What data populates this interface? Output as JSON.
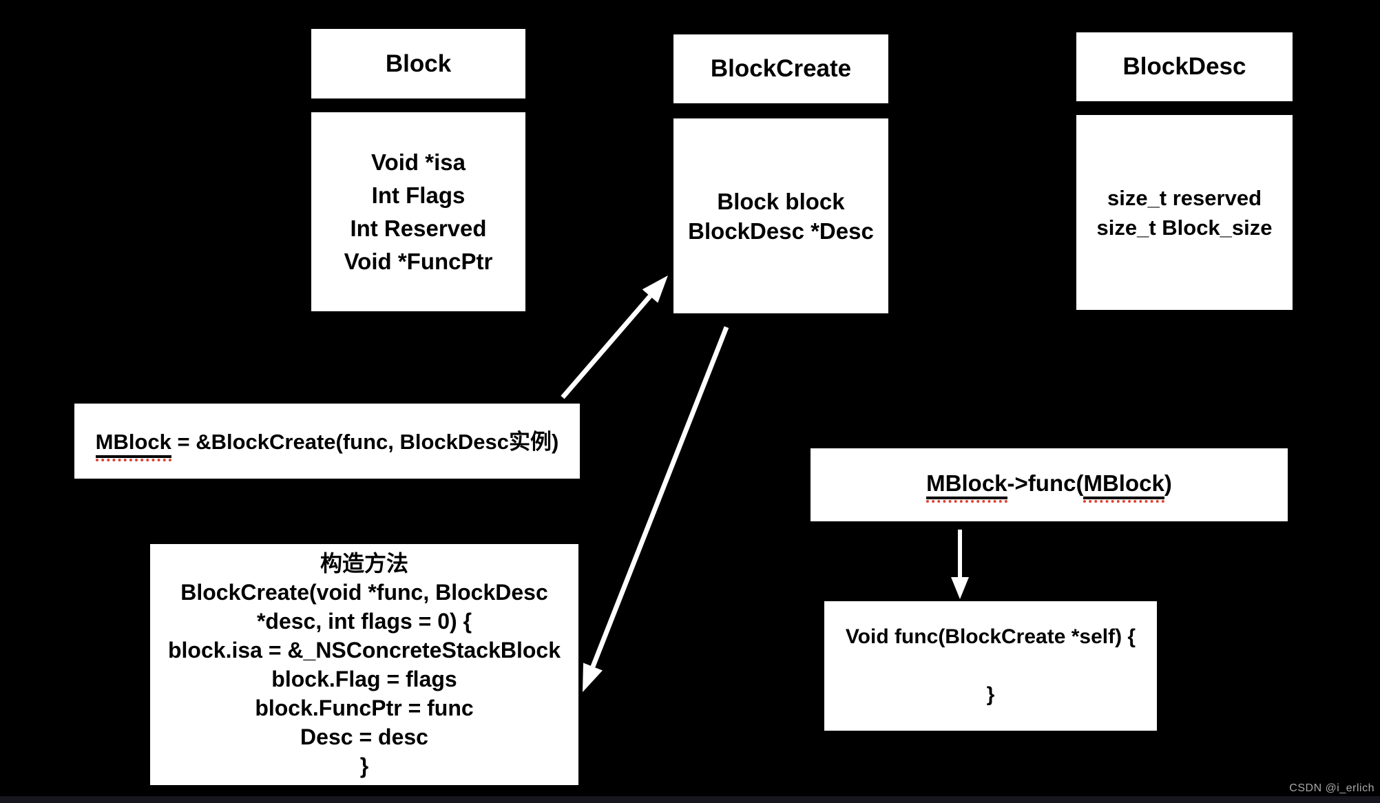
{
  "colors": {
    "background": "#000000",
    "box": "#ffffff",
    "text": "#000000",
    "arrow": "#ffffff",
    "spell_dot": "#e0402e",
    "watermark": "#a8a8a8",
    "bottom_bar": "#17151d"
  },
  "diagram": {
    "block": {
      "title": "Block",
      "fields": [
        "Void *isa",
        "Int Flags",
        "Int Reserved",
        "Void *FuncPtr"
      ]
    },
    "block_create": {
      "title": "BlockCreate",
      "fields": [
        "Block block",
        "BlockDesc *Desc"
      ]
    },
    "block_desc": {
      "title": "BlockDesc",
      "fields": [
        "size_t reserved",
        "size_t Block_size"
      ]
    },
    "assignment": {
      "underlined": "MBlock",
      "rest": " = &BlockCreate(func, BlockDesc实例)"
    },
    "invocation": {
      "underlined_1": "MBlock",
      "middle": "->func(",
      "underlined_2": "MBlock",
      "end": ")"
    },
    "constructor": {
      "lines": [
        "构造方法",
        "BlockCreate(void *func, BlockDesc",
        "*desc, int flags = 0) {",
        "block.isa = &_NSConcreteStackBlock",
        "block.Flag = flags",
        "block.FuncPtr = func",
        "Desc = desc",
        "}"
      ]
    },
    "func_impl": {
      "lines": [
        "Void func(BlockCreate *self) {",
        "}"
      ]
    }
  },
  "watermark": {
    "text": "CSDN @i_erlich"
  }
}
